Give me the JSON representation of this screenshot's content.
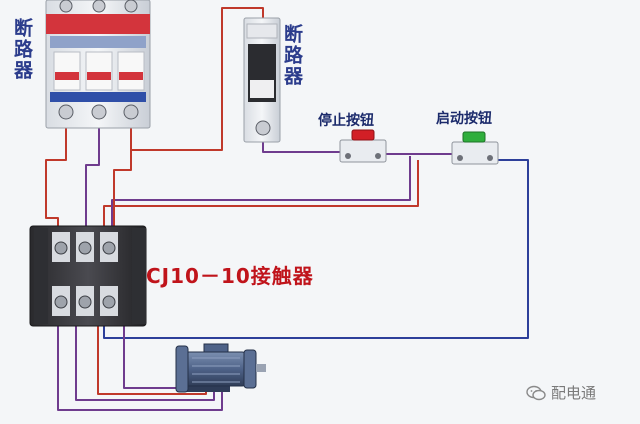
{
  "labels": {
    "main_breaker": "断路器",
    "control_breaker": "断路器",
    "stop_button": "停止按钮",
    "start_button": "启动按钮",
    "contactor": "CJ10－10接触器",
    "watermark": "配电通"
  },
  "colors": {
    "label_blue": "#2b3c8c",
    "contactor_red": "#c0141b",
    "wire_red": "#c0392b",
    "wire_purple": "#6f3c8e",
    "wire_blue": "#2d3f9a",
    "stop_cap": "#d21f26",
    "start_cap": "#2fae3c"
  }
}
